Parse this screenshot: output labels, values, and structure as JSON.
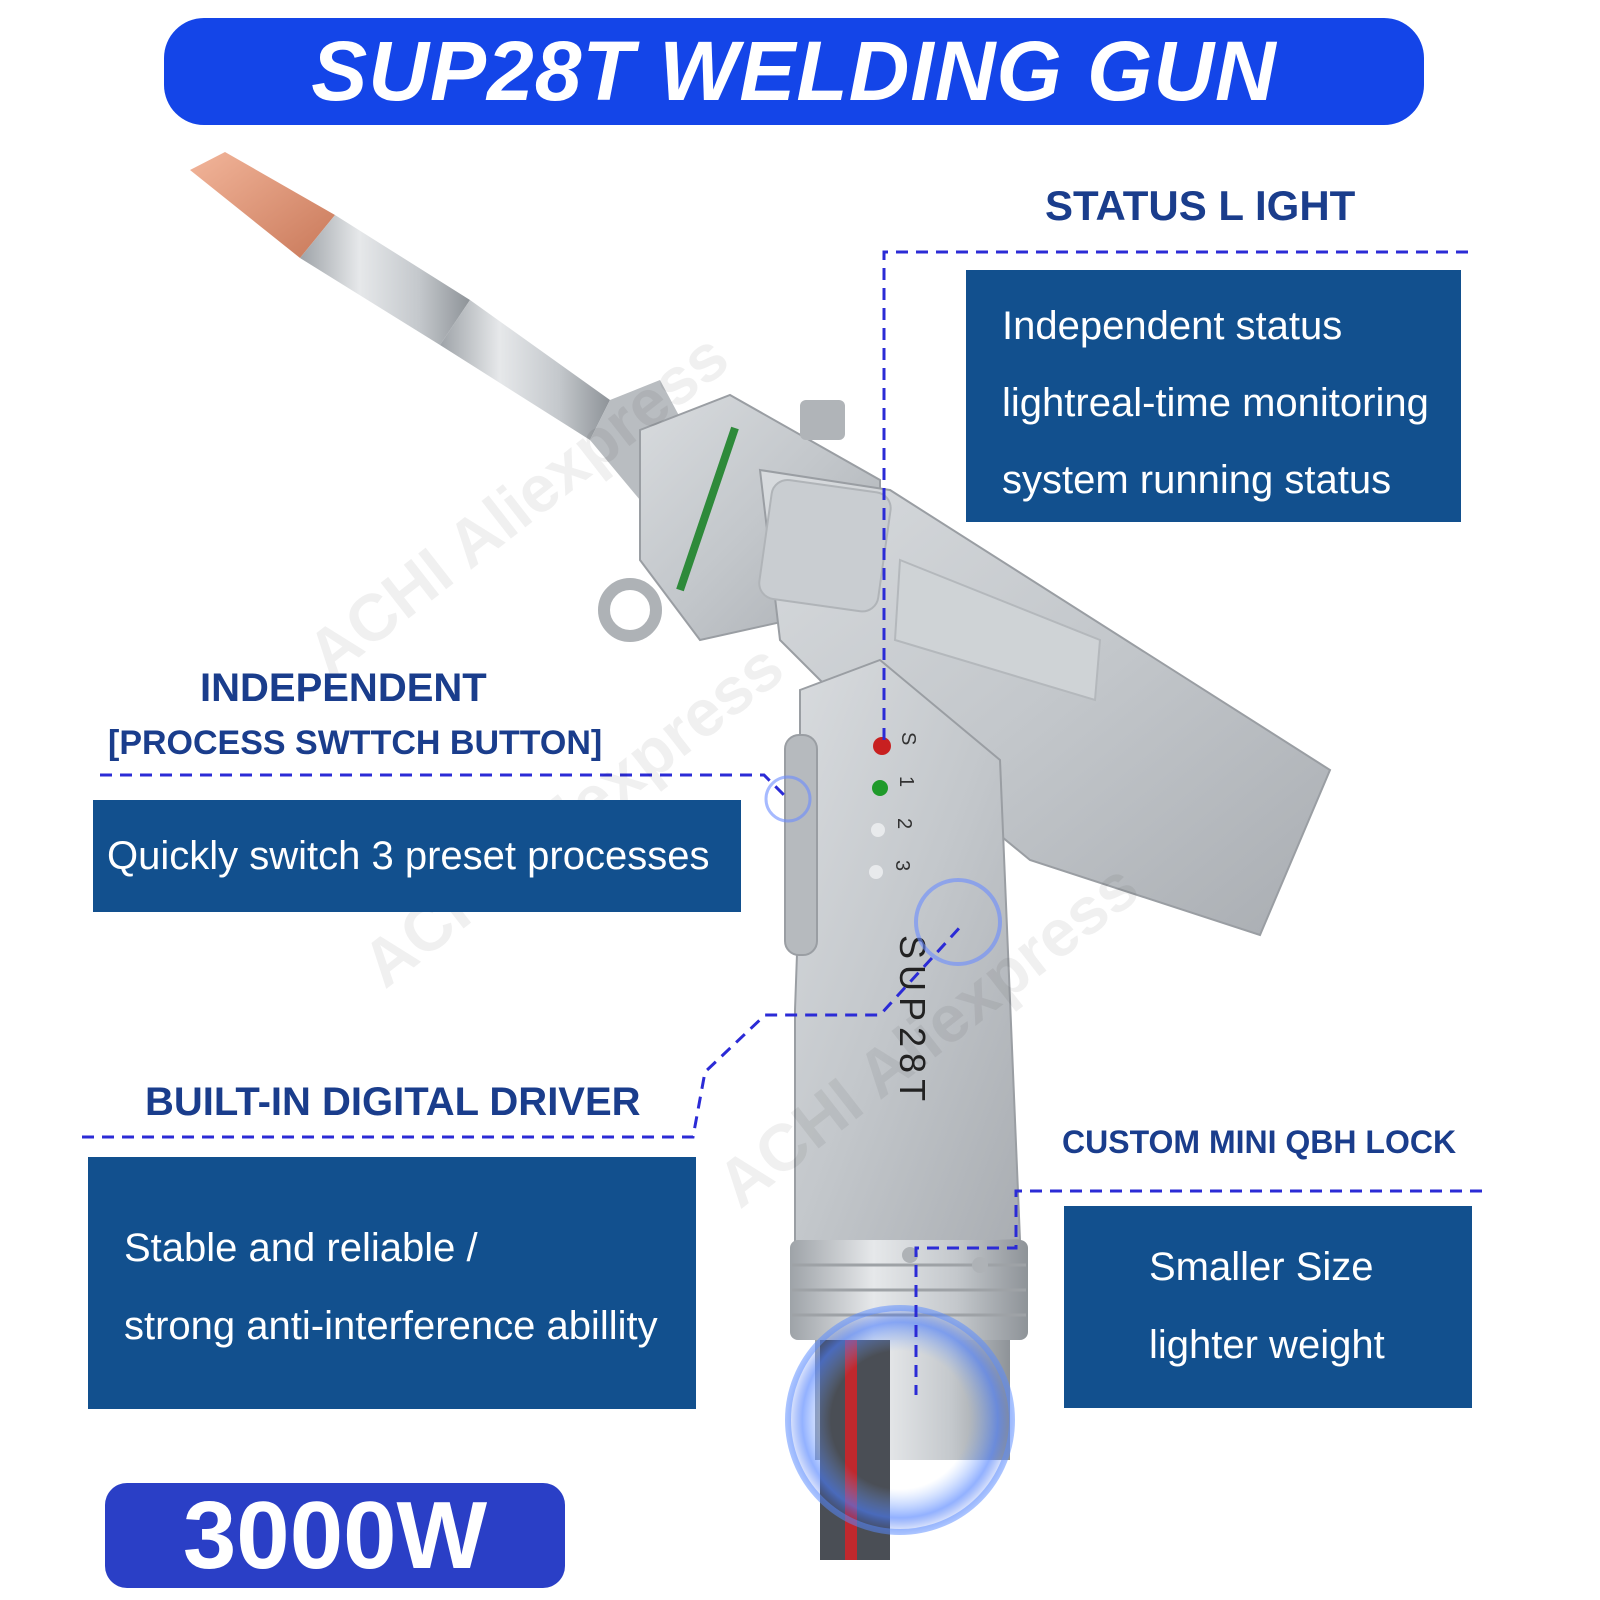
{
  "title": "SUP28T WELDING GUN",
  "status_light": {
    "heading": "STATUS L IGHT",
    "lines": [
      "Independent status",
      "lightreal-time monitoring",
      "system running status"
    ]
  },
  "process_switch": {
    "heading": "INDEPENDENT",
    "subheading": "[PROCESS SWTTCH BUTTON]",
    "line": "Quickly switch 3 preset processes"
  },
  "digital_driver": {
    "heading": "BUILT-IN DIGITAL DRIVER",
    "lines": [
      "Stable and reliable /",
      "strong anti-interference abillity"
    ]
  },
  "qbh_lock": {
    "heading": "CUSTOM MINI QBH LOCK",
    "lines": [
      "Smaller Size",
      "lighter weight"
    ]
  },
  "power_badge": "3000W",
  "gun_label": "SUP28T",
  "indicator_labels": [
    "S",
    "1",
    "2",
    "3"
  ],
  "watermark": "ACHI Aliexpress",
  "colors": {
    "title_bg": "#1445e8",
    "box_bg": "#12508e",
    "heading_text": "#1a3d8c",
    "badge_bg": "#2a3fc6",
    "dashed_line": "#2b2bd6"
  }
}
